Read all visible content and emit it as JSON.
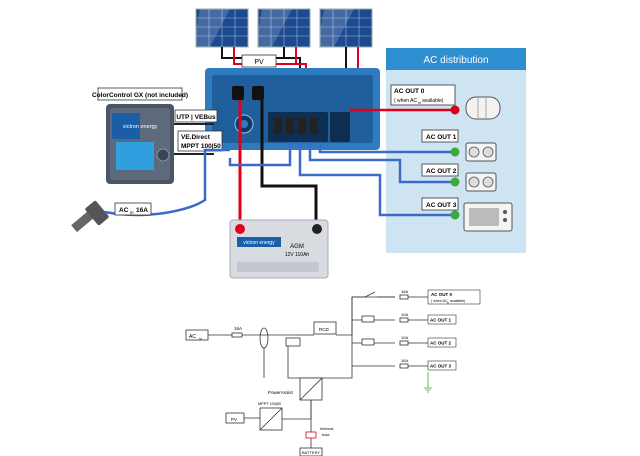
{
  "top": {
    "pv_label": "PV",
    "colorcontrol_label": "ColorControl GX (not included)",
    "cc_brand": "victron energy",
    "utp_label": "UTP | VEBus",
    "vedirect_label_1": "VE.Direct",
    "vedirect_label_2": "MPPT 100|50",
    "ac_in_label": "AC",
    "ac_in_sub": "in",
    "ac_in_rating": "16A",
    "battery_brand": "victron energy",
    "battery_model_1": "AGM",
    "battery_model_2": "12V 110Ah",
    "ac_distribution_title": "AC distribution",
    "ac_out0_label": "AC OUT 0",
    "ac_out0_note_prefix": "( when AC",
    "ac_out0_note_sub": "in",
    "ac_out0_note_suffix": " available)",
    "ac_out1_label": "AC OUT 1",
    "ac_out2_label": "AC OUT 2",
    "ac_out3_label": "AC OUT 3"
  },
  "schematic": {
    "ac_in": "AC",
    "ac_in_sub": "in",
    "fuse_16a_in": "16A",
    "rcd": "RCD",
    "powerassist": "PowerAssist",
    "mppt": "MPPT 100|50",
    "pv": "PV",
    "internal_fuse_1": "Internal",
    "internal_fuse_2": "fuse",
    "battery": "BATTERY",
    "fuse_16a_out0": "16A",
    "fuse_10a_1": "10A",
    "fuse_10a_2": "10A",
    "fuse_16a_3": "16A",
    "out0": "AC OUT 0",
    "out0_note_prefix": "( when AC",
    "out0_note_sub": "in",
    "out0_note_suffix": " available)",
    "out1": "AC OUT 1",
    "out2": "AC OUT 2",
    "out3": "AC OUT 3"
  },
  "colors": {
    "ac_blue": "#3a6bc9",
    "dc_red": "#e0001a",
    "dc_black": "#111111",
    "panel_blue": "#2f7bbf",
    "dist_bg": "#cfe4f2",
    "dist_header": "#2e8fd0",
    "out0_dot": "#d4001a",
    "out_dot": "#3aa83a"
  }
}
